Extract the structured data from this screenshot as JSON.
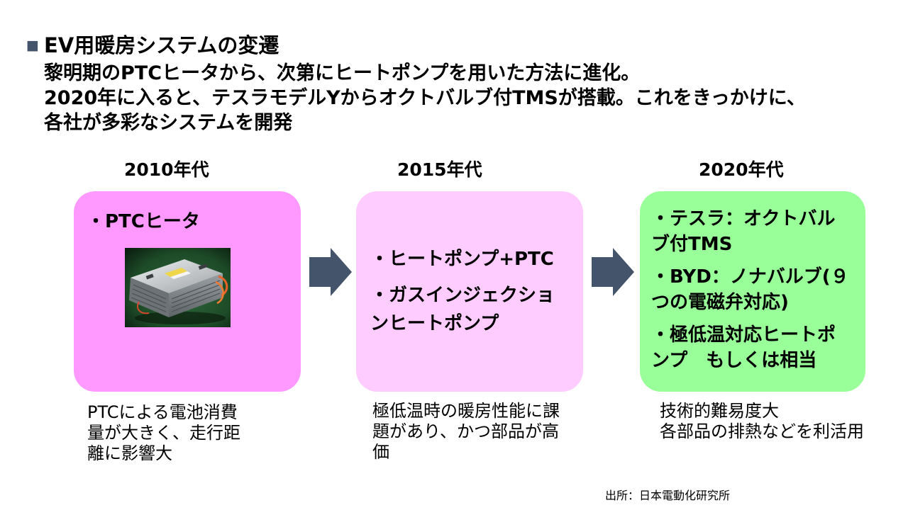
{
  "title": {
    "marker": "■",
    "text": "EV用暖房システムの変遷"
  },
  "subtitle": {
    "lines": [
      "黎明期のPTCヒータから、次第にヒートポンプを用いた方法に進化。",
      "2020年に入ると、テスラモデルYからオクトバルブ付TMSが搭載。これをきっかけに、",
      "各社が多彩なシステムを開発"
    ]
  },
  "colors": {
    "accent": "#44546A",
    "text": "#000000",
    "background": "#FFFFFF"
  },
  "stages": [
    {
      "period": "2010年代",
      "box_color": "#FF99FF",
      "bullets": [
        [
          "・PTCヒータ"
        ]
      ],
      "image_icon": "ptc-heater-photo",
      "note": [
        "PTCによる電池消費",
        "量が大きく、走行距",
        "離に影響大"
      ]
    },
    {
      "period": "2015年代",
      "box_color": "#FFCCFF",
      "bullets": [
        [
          "・ヒートポンプ+PTC"
        ],
        [
          "・ガスインジェクショ",
          "ンヒートポンプ"
        ]
      ],
      "note": [
        "極低温時の暖房性能に課",
        "題があり、かつ部品が高",
        "価"
      ]
    },
    {
      "period": "2020年代",
      "box_color": "#99FF99",
      "bullets": [
        [
          "・テスラ：オクトバル",
          "ブ付TMS"
        ],
        [
          "・BYD：ノナバルブ(９",
          "つの電磁弁対応)"
        ],
        [
          "・極低温対応ヒートポ",
          "ンプ　もしくは相当"
        ]
      ],
      "note": [
        "技術的難易度大",
        "各部品の排熱などを利活用"
      ]
    }
  ],
  "arrows": [
    {
      "icon": "right-arrow-icon"
    },
    {
      "icon": "right-arrow-icon"
    }
  ],
  "source": "出所：日本電動化研究所"
}
